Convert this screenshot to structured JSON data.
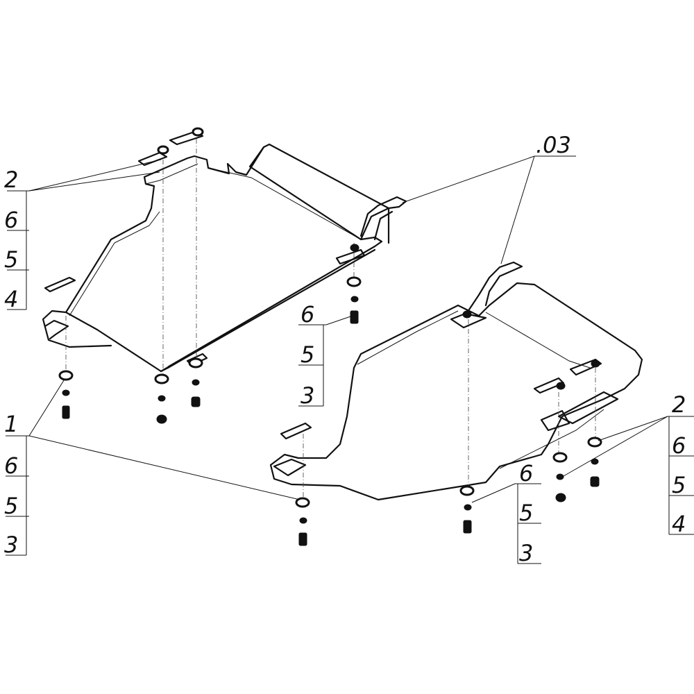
{
  "callouts": {
    "left_top": [
      "2",
      "6",
      "5",
      "4"
    ],
    "left_bottom": [
      "1",
      "6",
      "5",
      "3"
    ],
    "center": [
      "6",
      "5",
      "3"
    ],
    "part_ref": ".03",
    "right_bottom_center": [
      "6",
      "5",
      "3"
    ],
    "right": [
      "2",
      "6",
      "5",
      "4"
    ]
  }
}
